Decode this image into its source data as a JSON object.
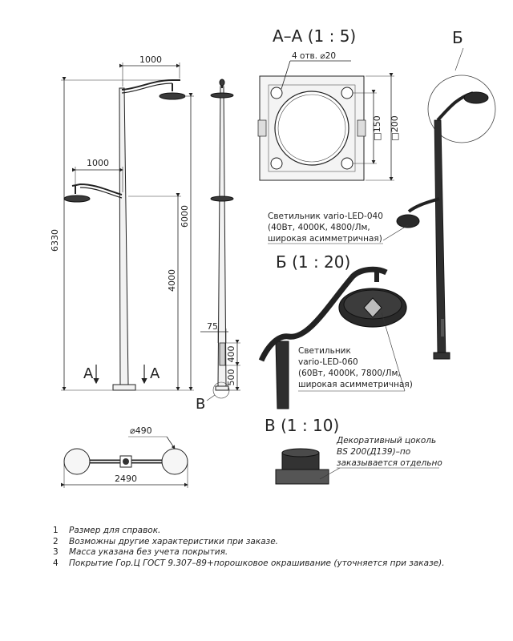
{
  "front_view": {
    "dim_arm_upper": "1000",
    "dim_arm_lower": "1000",
    "dim_total_height": "6330",
    "dim_height_upper": "6000",
    "dim_height_lower": "4000",
    "section_mark_left": "А",
    "section_mark_right": "А"
  },
  "side_view": {
    "dim_width": "75",
    "dim_door_height": "400",
    "dim_door_base": "500",
    "detail_callout": "В"
  },
  "section_aa": {
    "title": "А–А (1 : 5)",
    "holes_label": "4 отв. ⌀20",
    "dim_inner": "□150",
    "dim_outer": "□200"
  },
  "view_b_callout": "Б",
  "luminaire_lower": {
    "line1": "Светильник vario-LED-040",
    "line2": "(40Вт, 4000К, 4800/Лм,",
    "line3": "широкая асимметричная)"
  },
  "detail_b": {
    "title": "Б (1 : 20)",
    "line1": "Светильник",
    "line2": "vario-LED-060",
    "line3": "(60Вт, 4000К, 7800/Лм,",
    "line4": "широкая асимметричная)"
  },
  "top_view": {
    "dim_diameter": "⌀490",
    "dim_span": "2490"
  },
  "detail_v": {
    "title": "В (1 : 10)",
    "line1": "Декоративный цоколь",
    "line2": "BS 200(Д139)–по",
    "line3": "заказывается отдельно"
  },
  "notes": [
    {
      "num": "1",
      "text": "Размер для справок."
    },
    {
      "num": "2",
      "text": "Возможны другие характеристики при заказе."
    },
    {
      "num": "3",
      "text": "Масса указана без учета покрытия."
    },
    {
      "num": "4",
      "text": "Покрытие Гор.Ц ГОСТ 9.307–89+порошковое окрашивание (уточняется при заказе)."
    }
  ]
}
